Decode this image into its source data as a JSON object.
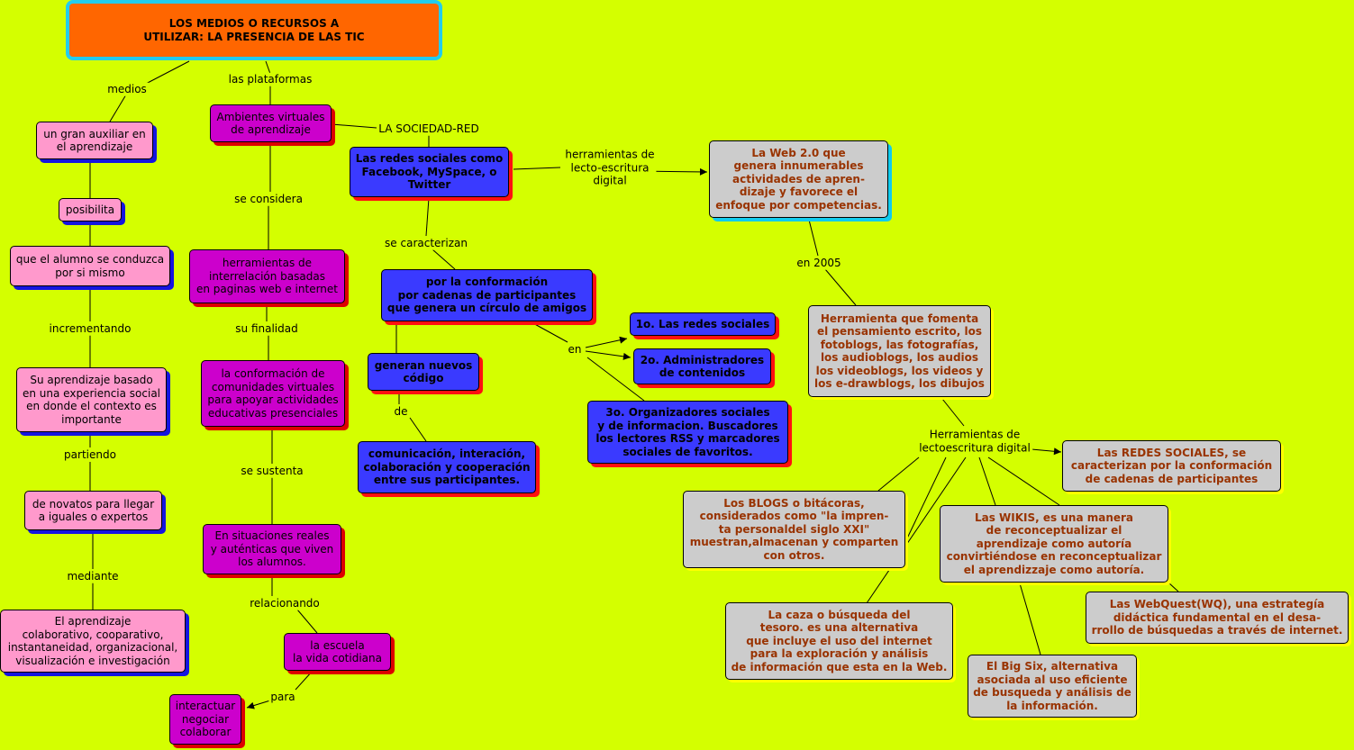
{
  "colors": {
    "background": "#d4ff00",
    "title": "#ff6600",
    "pink": "#ff99cc",
    "magenta": "#cc00cc",
    "blue": "#3a3aff",
    "gray": "#cccccc",
    "gray_text": "#993300"
  },
  "nodes": {
    "title": "LOS MEDIOS O RECURSOS A\nUTILIZAR: LA PRESENCIA DE LAS TIC",
    "p1": "un gran auxiliar en\nel aprendizaje",
    "p2": "posibilita",
    "p3": "que el alumno se conduzca\npor si mismo",
    "p4": "Su aprendizaje basado\nen una experiencia social\nen donde el contexto es\nimportante",
    "p5": "de novatos para llegar\na iguales o expertos",
    "p6": "El aprendizaje\ncolaborativo, cooparativo,\ninstantaneidad, organizacional,\nvisualización e investigación",
    "m1": "Ambientes virtuales\nde aprendizaje",
    "m2": "herramientas de\ninterrelación basadas\nen paginas web e internet",
    "m3": "la conformación de\ncomunidades virtuales\npara apoyar actividades\neducativas presenciales",
    "m4": "En situaciones reales\ny auténticas que viven\nlos alumnos.",
    "m5": "la escuela\nla vida cotidiana",
    "m6": "interactuar\nnegociar\ncolaborar",
    "b1": "Las redes sociales como\nFacebook, MySpace, o\nTwitter",
    "b2": "por la conformación\npor cadenas de participantes\nque genera un círculo de amigos",
    "b3": "generan nuevos\ncódigo",
    "b4": "comunicación, interación,\ncolaboración y cooperación\nentre sus participantes.",
    "b5": "1o. Las redes sociales",
    "b6": "2o. Administradores\nde contenidos",
    "b7": "3o. Organizadores sociales\ny de informacion. Buscadores\nlos lectores RSS y marcadores\nsociales de favoritos.",
    "g1": "La Web 2.0 que\ngenera innumerables\nactividades de apren-\ndizaje y favorece el\nenfoque por competencias.",
    "g2": "Herramienta que fomenta\nel pensamiento escrito, los\nfotoblogs, las fotografías,\nlos audioblogs, los audios\nlos videoblogs, los videos y\nlos e-drawblogs, los dibujos",
    "g3": "Las REDES SOCIALES, se\ncaracterizan por la conformación\nde cadenas de participantes",
    "g4": "Los BLOGS o bitácoras,\nconsiderados como \"la impren-\nta personaldel siglo XXI\"\nmuestran,almacenan y comparten\ncon otros.",
    "g5": "Las WIKIS, es una manera\nde reconceptualizar el\naprendizaje como autoría\nconvirtiéndose en reconceptualizar\nel aprendizzaje como autoría.",
    "g6": "Las WebQuest(WQ), una estrategía\ndidáctica fundamental en el desa-\nrrollo de búsquedas a través de internet.",
    "g7": "La caza o búsqueda del\ntesoro. es una alternativa\nque incluye el uso del internet\npara la exploración y análisis\nde información que esta en la Web.",
    "g8": "El Big Six, alternativa\nasociada al uso eficiente\nde busqueda y análisis de\nla información."
  },
  "labels": {
    "medios": "medios",
    "plataformas": "las plataformas",
    "incrementando": "incrementando",
    "partiendo": "partiendo",
    "mediante": "mediante",
    "considera": "se considera",
    "finalidad": "su finalidad",
    "sustenta": "se sustenta",
    "relacionando": "relacionando",
    "para": "para",
    "sociedad": "LA SOCIEDAD-RED",
    "caracterizan": "se caracterizan",
    "de": "de",
    "en": "en",
    "herramientas": "herramientas de\nlecto-escritura\ndigital",
    "en2005": "en 2005",
    "lectoescritura": "Herramientas de\nlectoescritura digital"
  }
}
